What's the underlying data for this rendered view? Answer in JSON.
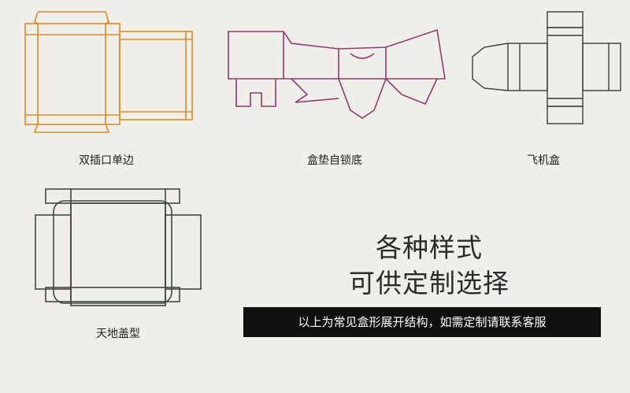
{
  "diagrams": [
    {
      "label": "双插口单边",
      "stroke": "#d98a2a"
    },
    {
      "label": "盒垫自锁底",
      "stroke": "#8e3a6e"
    },
    {
      "label": "飞机盒",
      "stroke": "#3a3a3a"
    },
    {
      "label": "天地盖型",
      "stroke": "#3f4a3f"
    }
  ],
  "headline": {
    "line1": "各种样式",
    "line2": "可供定制选择"
  },
  "banner": {
    "text": "以上为常见盒形展开结构，如需定制请联系客服"
  },
  "colors": {
    "background": "#f0eee8",
    "banner_bg": "#111111",
    "banner_text": "#ffffff"
  }
}
